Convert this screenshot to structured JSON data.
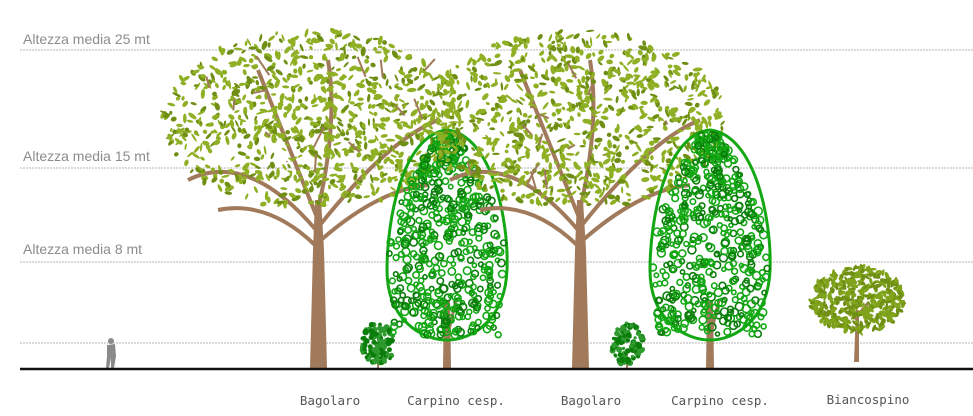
{
  "height_lines": [
    {
      "label": "Altezza media 25 mt"
    },
    {
      "label": "Altezza media 15 mt"
    },
    {
      "label": "Altezza media 8 mt"
    }
  ],
  "trees": [
    {
      "label": "Bagolaro"
    },
    {
      "label": "Carpino cesp."
    },
    {
      "label": "Bagolaro"
    },
    {
      "label": "Carpino cesp."
    },
    {
      "label": "Biancospino"
    }
  ],
  "colors": {
    "height_line": "#b4b4b4",
    "height_text": "#8c8c8c",
    "ground": "#111111",
    "bagolaro_leaf": "#8fb024",
    "bagolaro_leaf_dark": "#6f8f14",
    "trunk": "#a07a5a",
    "carpino_leaf": "#13a813",
    "carpino_leaf_dark": "#0b7d0b",
    "shrub": "#2f9a2f",
    "biancospino_leaf": "#7fa31a",
    "person": "#8a8a8a"
  }
}
